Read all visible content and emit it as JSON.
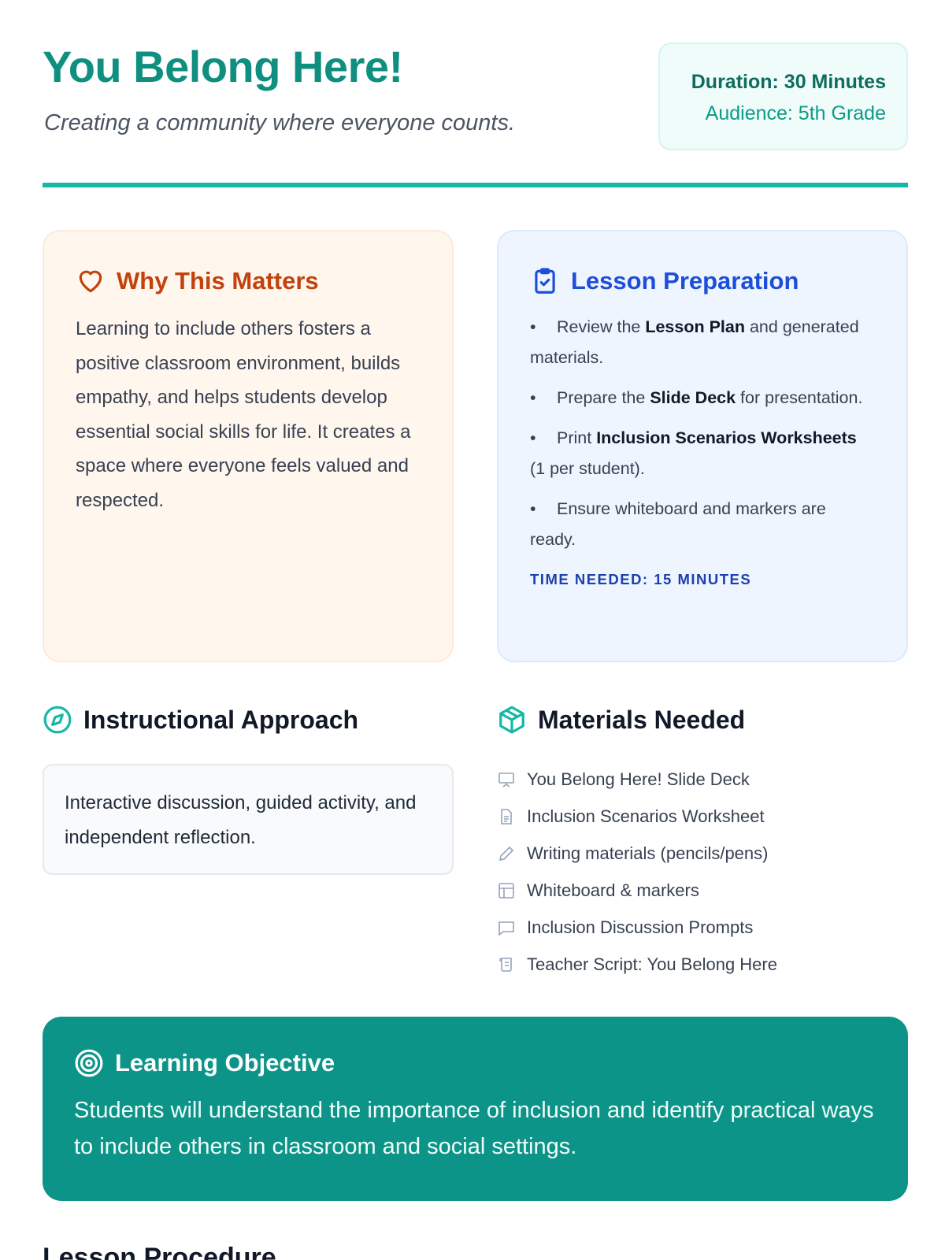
{
  "header": {
    "title": "You Belong Here!",
    "subtitle": "Creating a community where everyone counts.",
    "duration": "Duration: 30 Minutes",
    "audience": "Audience: 5th Grade"
  },
  "why": {
    "title": "Why This Matters",
    "body": "Learning to include others fosters a positive classroom environment, builds empathy, and helps students develop essential social skills for life. It creates a space where everyone feels valued and respected."
  },
  "prep": {
    "title": "Lesson Preparation",
    "items": [
      {
        "pre": "Review the ",
        "bold": "Lesson Plan",
        "post": " and generated materials."
      },
      {
        "pre": "Prepare the ",
        "bold": "Slide Deck",
        "post": " for presentation."
      },
      {
        "pre": "Print ",
        "bold": "Inclusion Scenarios Worksheets",
        "post": " (1 per student)."
      },
      {
        "pre": "Ensure whiteboard and markers are ready.",
        "bold": "",
        "post": ""
      }
    ],
    "time": "TIME NEEDED: 15 MINUTES"
  },
  "approach": {
    "title": "Instructional Approach",
    "body": "Interactive discussion, guided activity, and independent reflection."
  },
  "materials": {
    "title": "Materials Needed",
    "items": [
      {
        "icon": "presentation-icon",
        "label": "You Belong Here! Slide Deck"
      },
      {
        "icon": "document-icon",
        "label": "Inclusion Scenarios Worksheet"
      },
      {
        "icon": "pencil-icon",
        "label": "Writing materials (pencils/pens)"
      },
      {
        "icon": "layout-icon",
        "label": "Whiteboard & markers"
      },
      {
        "icon": "chat-icon",
        "label": "Inclusion Discussion Prompts"
      },
      {
        "icon": "script-icon",
        "label": "Teacher Script: You Belong Here"
      }
    ]
  },
  "objective": {
    "title": "Learning Objective",
    "body": "Students will understand the importance of inclusion and identify practical ways to include others in classroom and social settings."
  },
  "procedure": {
    "title": "Lesson Procedure"
  },
  "colors": {
    "teal": "#0d9488",
    "orange": "#c2410c",
    "blue": "#1d4ed8"
  }
}
